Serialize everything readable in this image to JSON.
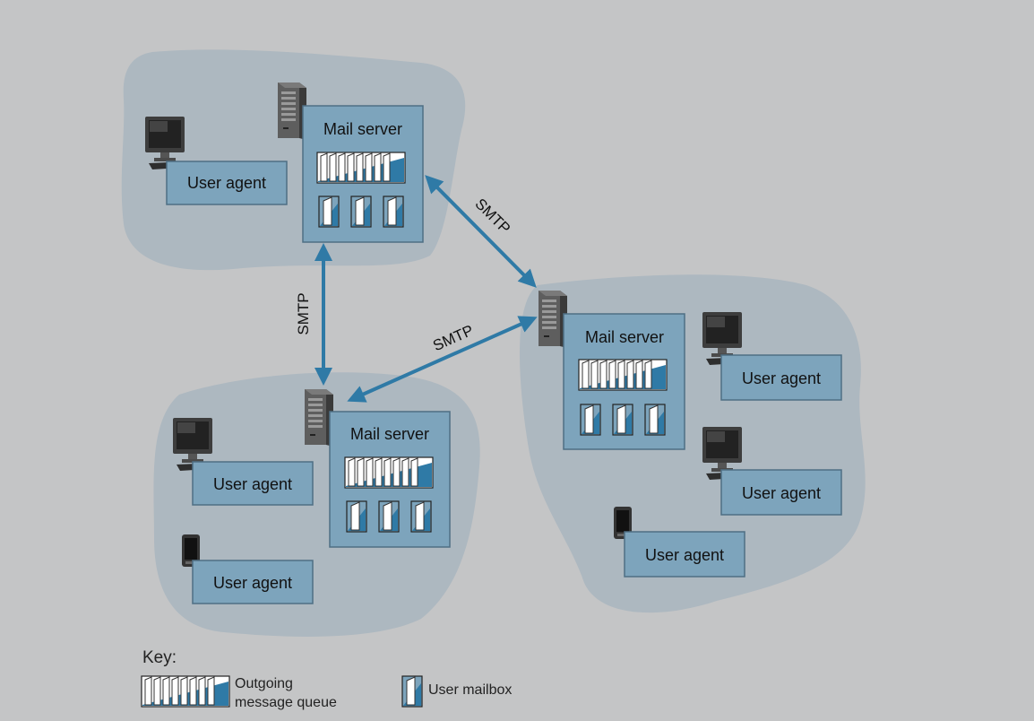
{
  "mail_server_label": "Mail server",
  "user_agent_label": "User agent",
  "protocol_label": "SMTP",
  "key": {
    "title": "Key:",
    "outgoing_line1": "Outgoing",
    "outgoing_line2": "message queue",
    "mailbox": "User mailbox"
  },
  "colors": {
    "background": "#c4c5c6",
    "region": "#adb8c0",
    "box_fill": "#7da4bc",
    "box_border": "#4e6f84",
    "arrow": "#2f7aa6"
  },
  "icons": [
    "server-tower-icon",
    "desktop-computer-icon",
    "smartphone-icon",
    "message-queue-icon",
    "mailbox-icon"
  ]
}
